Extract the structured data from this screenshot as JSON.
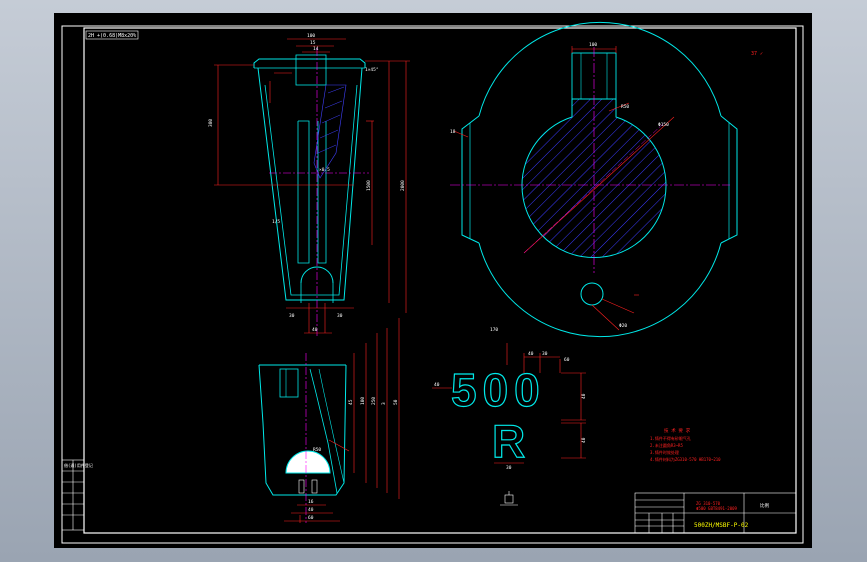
{
  "title_note": "2H +(0.68)M8x20%",
  "corner_note": "37 ✓",
  "dimensions": {
    "front_top_width": "100",
    "front_top_inner": "15",
    "front_top_inner2": "14",
    "front_top_angle": "1×45°",
    "front_left_height": "380",
    "front_right_height1": "1500",
    "front_right_height2": "2000",
    "front_mid_label": "×0.5",
    "front_side_angle": "1/5",
    "front_bottom_left": "30",
    "front_bottom_right": "30",
    "front_bottom_mid": "40",
    "circle_top": "100",
    "circle_radius": "R50",
    "circle_dia": "Φ150",
    "circle_left": "18",
    "circle_hole": "Φ20",
    "side_left_h": "45",
    "side_h1": "100",
    "side_h2": "250",
    "side_h3": "3",
    "side_h4": "50",
    "side_bottom_a": "16",
    "side_bottom_b": "40",
    "side_bottom_c": "60",
    "side_radius": "R50",
    "text_top_a": "40",
    "text_top_b": "30",
    "text_top_c": "60",
    "text_left": "40",
    "text_right_a": "40",
    "text_right_b": "40",
    "text_bottom": "30",
    "text_above": "170"
  },
  "big_text_line1": "500",
  "big_text_line2": "R",
  "tech_requirements": {
    "heading": "技 术 要 求",
    "lines": [
      "1.铸件不得有砂眼气孔",
      "2.未注圆角R3~R5",
      "3.铸件时效处理",
      "4.铸件材料为ZG310-570 HB170~210"
    ]
  },
  "title_block": {
    "drawing_no": "500ZH/MSBF-P-02",
    "top_right": "比例",
    "part_line1": "ZG 310-570",
    "part_line2": "Φ500 GBT8491-2009"
  },
  "left_table_label": "借(通)用件登记"
}
